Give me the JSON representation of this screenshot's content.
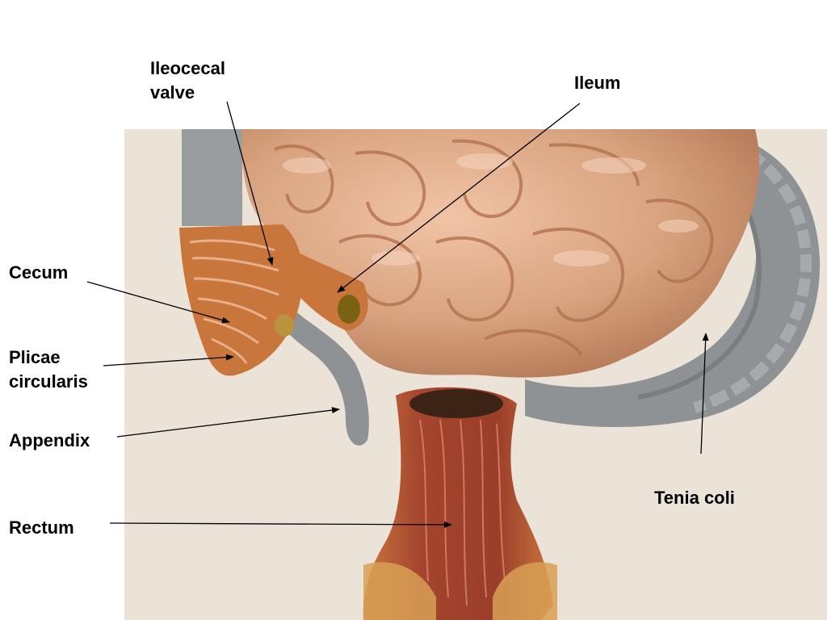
{
  "labels": {
    "ileocecal_line1": "Ileocecal",
    "ileocecal_line2": "valve",
    "ileum": "Ileum",
    "cecum": "Cecum",
    "plicae_line1": "Plicae",
    "plicae_line2": "circularis",
    "appendix": "Appendix",
    "rectum": "Rectum",
    "tenia_coli": "Tenia coli"
  },
  "colors": {
    "background": "#ffffff",
    "photo_wall": "#ebe3d7",
    "small_intestine": "#d8a27f",
    "colon_gray": "#8f9294",
    "rectum_red": "#a5452f",
    "cut_surface": "#c9763d",
    "leader_lines": "#000000"
  }
}
